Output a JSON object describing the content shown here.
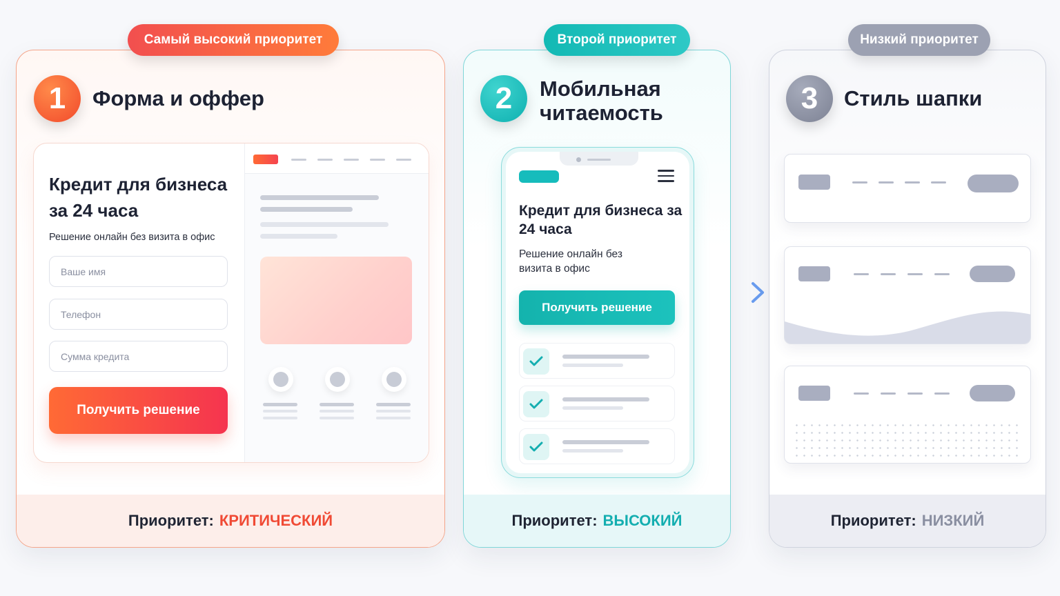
{
  "colors": {
    "critical": "#f04a35",
    "high": "#14aeb0",
    "low": "#8a8fa1"
  },
  "panels": [
    {
      "badge": "Самый высокий приоритет",
      "number": "1",
      "title": "Форма и оффер",
      "footer_key": "Приоритет:",
      "footer_value": "КРИТИЧЕСКИЙ"
    },
    {
      "badge": "Второй приоритет",
      "number": "2",
      "title": "Мобильная читаемость",
      "footer_key": "Приоритет:",
      "footer_value": "ВЫСОКИЙ"
    },
    {
      "badge": "Низкий приоритет",
      "number": "3",
      "title": "Стиль шапки",
      "footer_key": "Приоритет:",
      "footer_value": "НИЗКИЙ"
    }
  ],
  "desktop_mock": {
    "headline": "Кредит для бизнеса за 24 часа",
    "subtitle": "Решение онлайн без визита в офис",
    "inputs": [
      {
        "placeholder": "Ваше имя"
      },
      {
        "placeholder": "Телефон"
      },
      {
        "placeholder": "Сумма кредита"
      }
    ],
    "cta": "Получить решение"
  },
  "mobile_mock": {
    "headline": "Кредит для бизнеса за 24 часа",
    "subtitle": "Решение онлайн без визита в офис",
    "cta": "Получить решение"
  }
}
